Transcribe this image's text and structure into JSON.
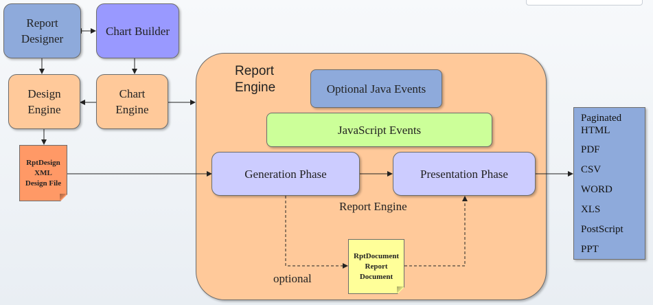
{
  "boxes": {
    "report_designer": "Report\nDesigner",
    "chart_builder": "Chart Builder",
    "design_engine": "Design\nEngine",
    "chart_engine": "Chart\nEngine",
    "rptdesign_file": "RptDesign\nXML\nDesign File",
    "engine_title": "Report\nEngine",
    "optional_java_events": "Optional Java Events",
    "javascript_events": "JavaScript Events",
    "generation_phase": "Generation Phase",
    "presentation_phase": "Presentation Phase",
    "report_engine_label": "Report Engine",
    "rptdocument": "RptDocument\nReport\nDocument",
    "optional_label": "optional"
  },
  "output_formats": [
    "Paginated\nHTML",
    "PDF",
    "CSV",
    "WORD",
    "XLS",
    "PostScript",
    "PPT"
  ],
  "colors": {
    "blue": "#8eaadb",
    "purple": "#9999ff",
    "orange": "#ffc99a",
    "lavender": "#ccccff",
    "green": "#ccff99",
    "doc_orange": "#ff9966",
    "doc_yellow": "#ffff99"
  }
}
